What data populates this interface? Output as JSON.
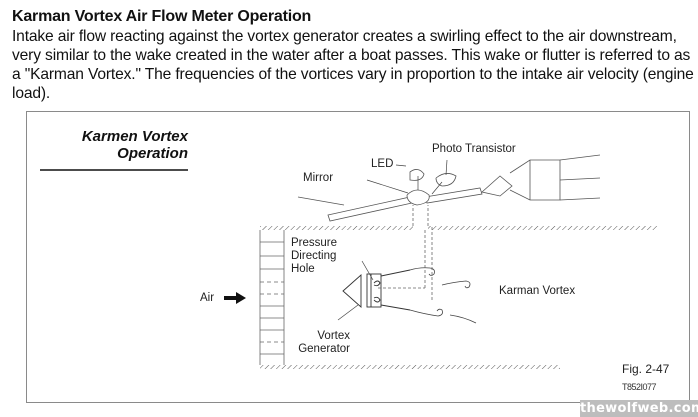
{
  "document": {
    "heading": "Karman Vortex Air Flow Meter Operation",
    "paragraph": "Intake air flow reacting against the vortex generator creates a swirling effect to the air downstream, very similar to the wake created in the water after a boat passes. This wake or flutter is referred to as a \"Karman Vortex.\" The frequencies of the vortices vary in proportion to the intake air velocity (engine load)."
  },
  "figure": {
    "title_line1": "Karmen Vortex",
    "title_line2": "Operation",
    "labels": {
      "led": "LED",
      "photo_transistor": "Photo Transistor",
      "mirror": "Mirror",
      "pressure_directing_hole_1": "Pressure",
      "pressure_directing_hole_2": "Directing",
      "pressure_directing_hole_3": "Hole",
      "air": "Air",
      "karman_vortex": "Karman Vortex",
      "vortex_generator_1": "Vortex",
      "vortex_generator_2": "Generator"
    },
    "fig_number": "Fig. 2-47",
    "fig_code": "T852I077"
  },
  "watermark": "thewolfweb.com"
}
